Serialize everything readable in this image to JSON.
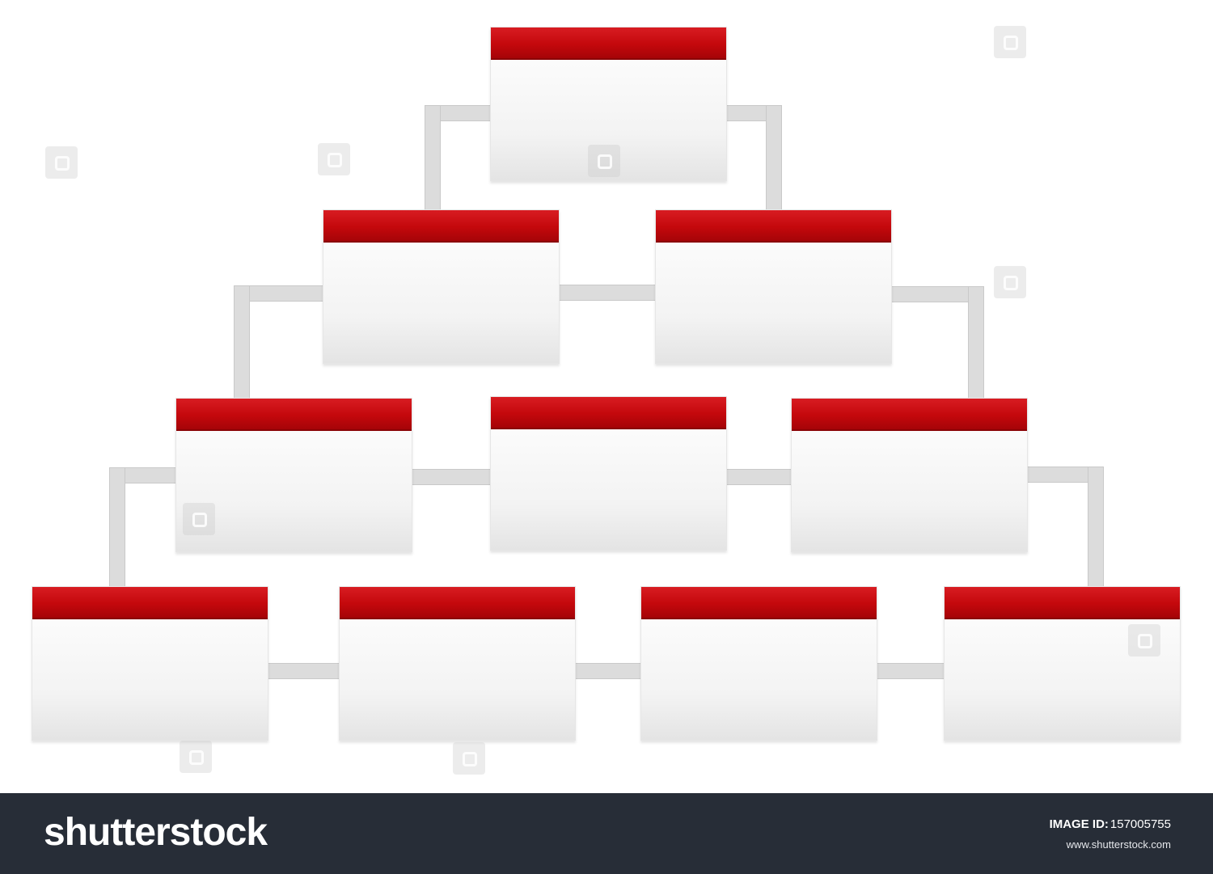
{
  "diagram": {
    "header_color": "#c4080c",
    "box_color": "#f3f3f3",
    "connector_color": "#dcdcdc",
    "boxes": [
      "",
      "",
      "",
      "",
      "",
      "",
      "",
      "",
      "",
      ""
    ]
  },
  "footer": {
    "logo_text": "shutterstock",
    "image_id_label": "IMAGE ID:",
    "image_id_value": "157005755",
    "url": "www.shutterstock.com"
  }
}
